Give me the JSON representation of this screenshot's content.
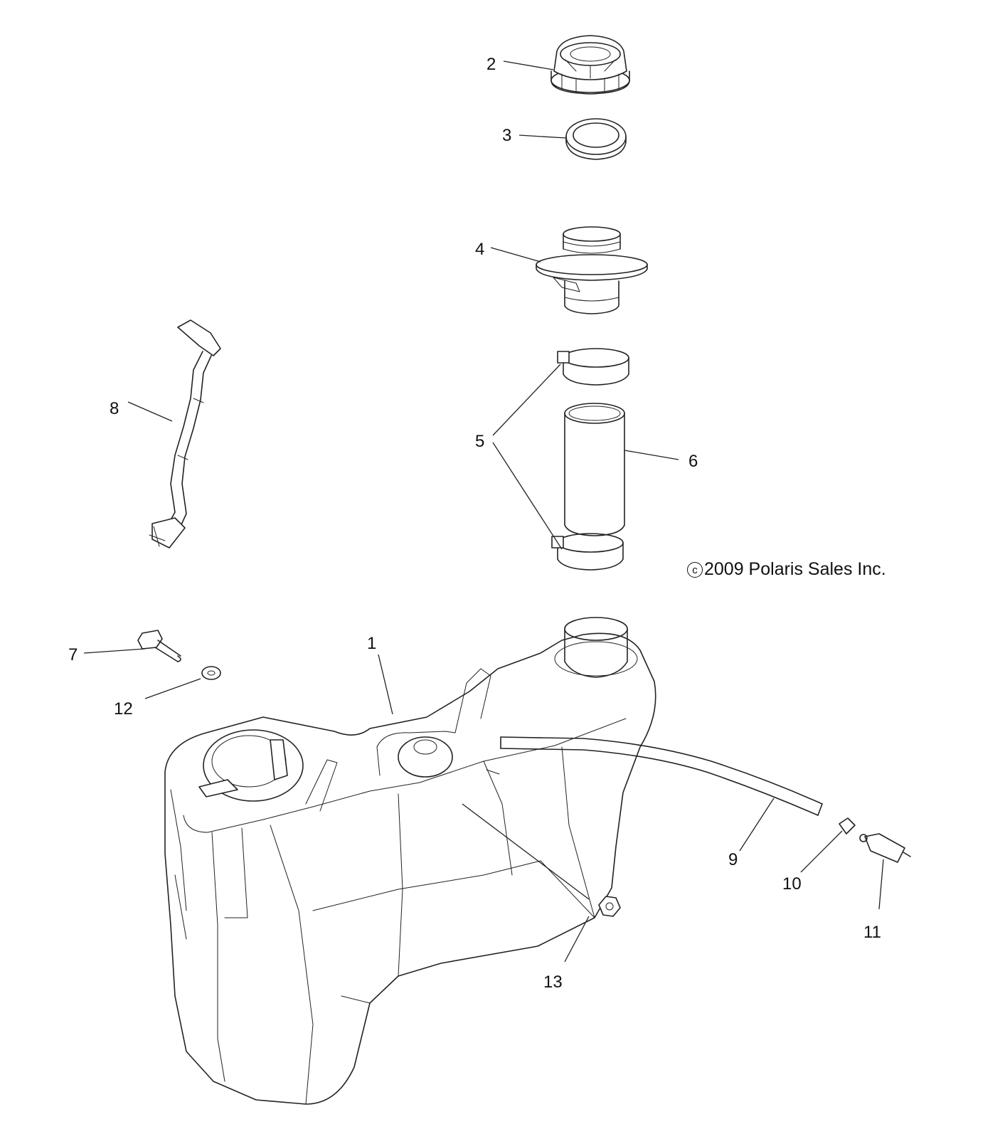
{
  "diagram": {
    "copyright": "2009 Polaris Sales Inc.",
    "copyright_symbol": "c",
    "callouts": [
      {
        "id": "1",
        "label": "1"
      },
      {
        "id": "2",
        "label": "2"
      },
      {
        "id": "3",
        "label": "3"
      },
      {
        "id": "4",
        "label": "4"
      },
      {
        "id": "5",
        "label": "5"
      },
      {
        "id": "6",
        "label": "6"
      },
      {
        "id": "7",
        "label": "7"
      },
      {
        "id": "8",
        "label": "8"
      },
      {
        "id": "9",
        "label": "9"
      },
      {
        "id": "10",
        "label": "10"
      },
      {
        "id": "11",
        "label": "11"
      },
      {
        "id": "12",
        "label": "12"
      },
      {
        "id": "13",
        "label": "13"
      }
    ]
  }
}
